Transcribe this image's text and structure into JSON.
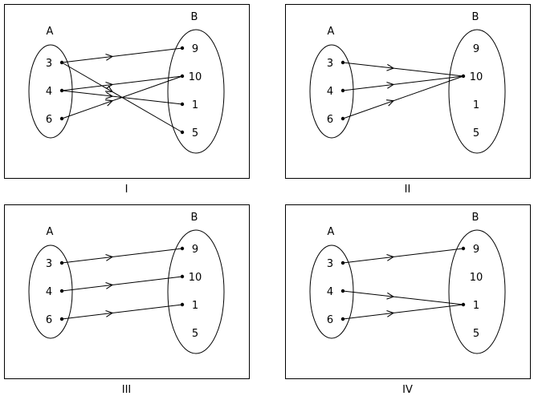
{
  "panels": [
    {
      "caption": "I",
      "set_a_label": "A",
      "set_b_label": "B",
      "set_a": [
        "3",
        "4",
        "6"
      ],
      "set_b": [
        "9",
        "10",
        "1",
        "5"
      ],
      "arrows": [
        {
          "from": "3",
          "to": "9"
        },
        {
          "from": "3",
          "to": "5"
        },
        {
          "from": "4",
          "to": "10"
        },
        {
          "from": "4",
          "to": "1"
        },
        {
          "from": "6",
          "to": "10"
        }
      ]
    },
    {
      "caption": "II",
      "set_a_label": "A",
      "set_b_label": "B",
      "set_a": [
        "3",
        "4",
        "6"
      ],
      "set_b": [
        "9",
        "10",
        "1",
        "5"
      ],
      "arrows": [
        {
          "from": "3",
          "to": "10"
        },
        {
          "from": "4",
          "to": "10"
        },
        {
          "from": "6",
          "to": "10"
        }
      ]
    },
    {
      "caption": "III",
      "set_a_label": "A",
      "set_b_label": "B",
      "set_a": [
        "3",
        "4",
        "6"
      ],
      "set_b": [
        "9",
        "10",
        "1",
        "5"
      ],
      "arrows": [
        {
          "from": "3",
          "to": "9"
        },
        {
          "from": "4",
          "to": "10"
        },
        {
          "from": "6",
          "to": "1"
        }
      ]
    },
    {
      "caption": "IV",
      "set_a_label": "A",
      "set_b_label": "B",
      "set_a": [
        "3",
        "4",
        "6"
      ],
      "set_b": [
        "9",
        "10",
        "1",
        "5"
      ],
      "arrows": [
        {
          "from": "3",
          "to": "9"
        },
        {
          "from": "4",
          "to": "1"
        },
        {
          "from": "6",
          "to": "1"
        }
      ]
    }
  ]
}
